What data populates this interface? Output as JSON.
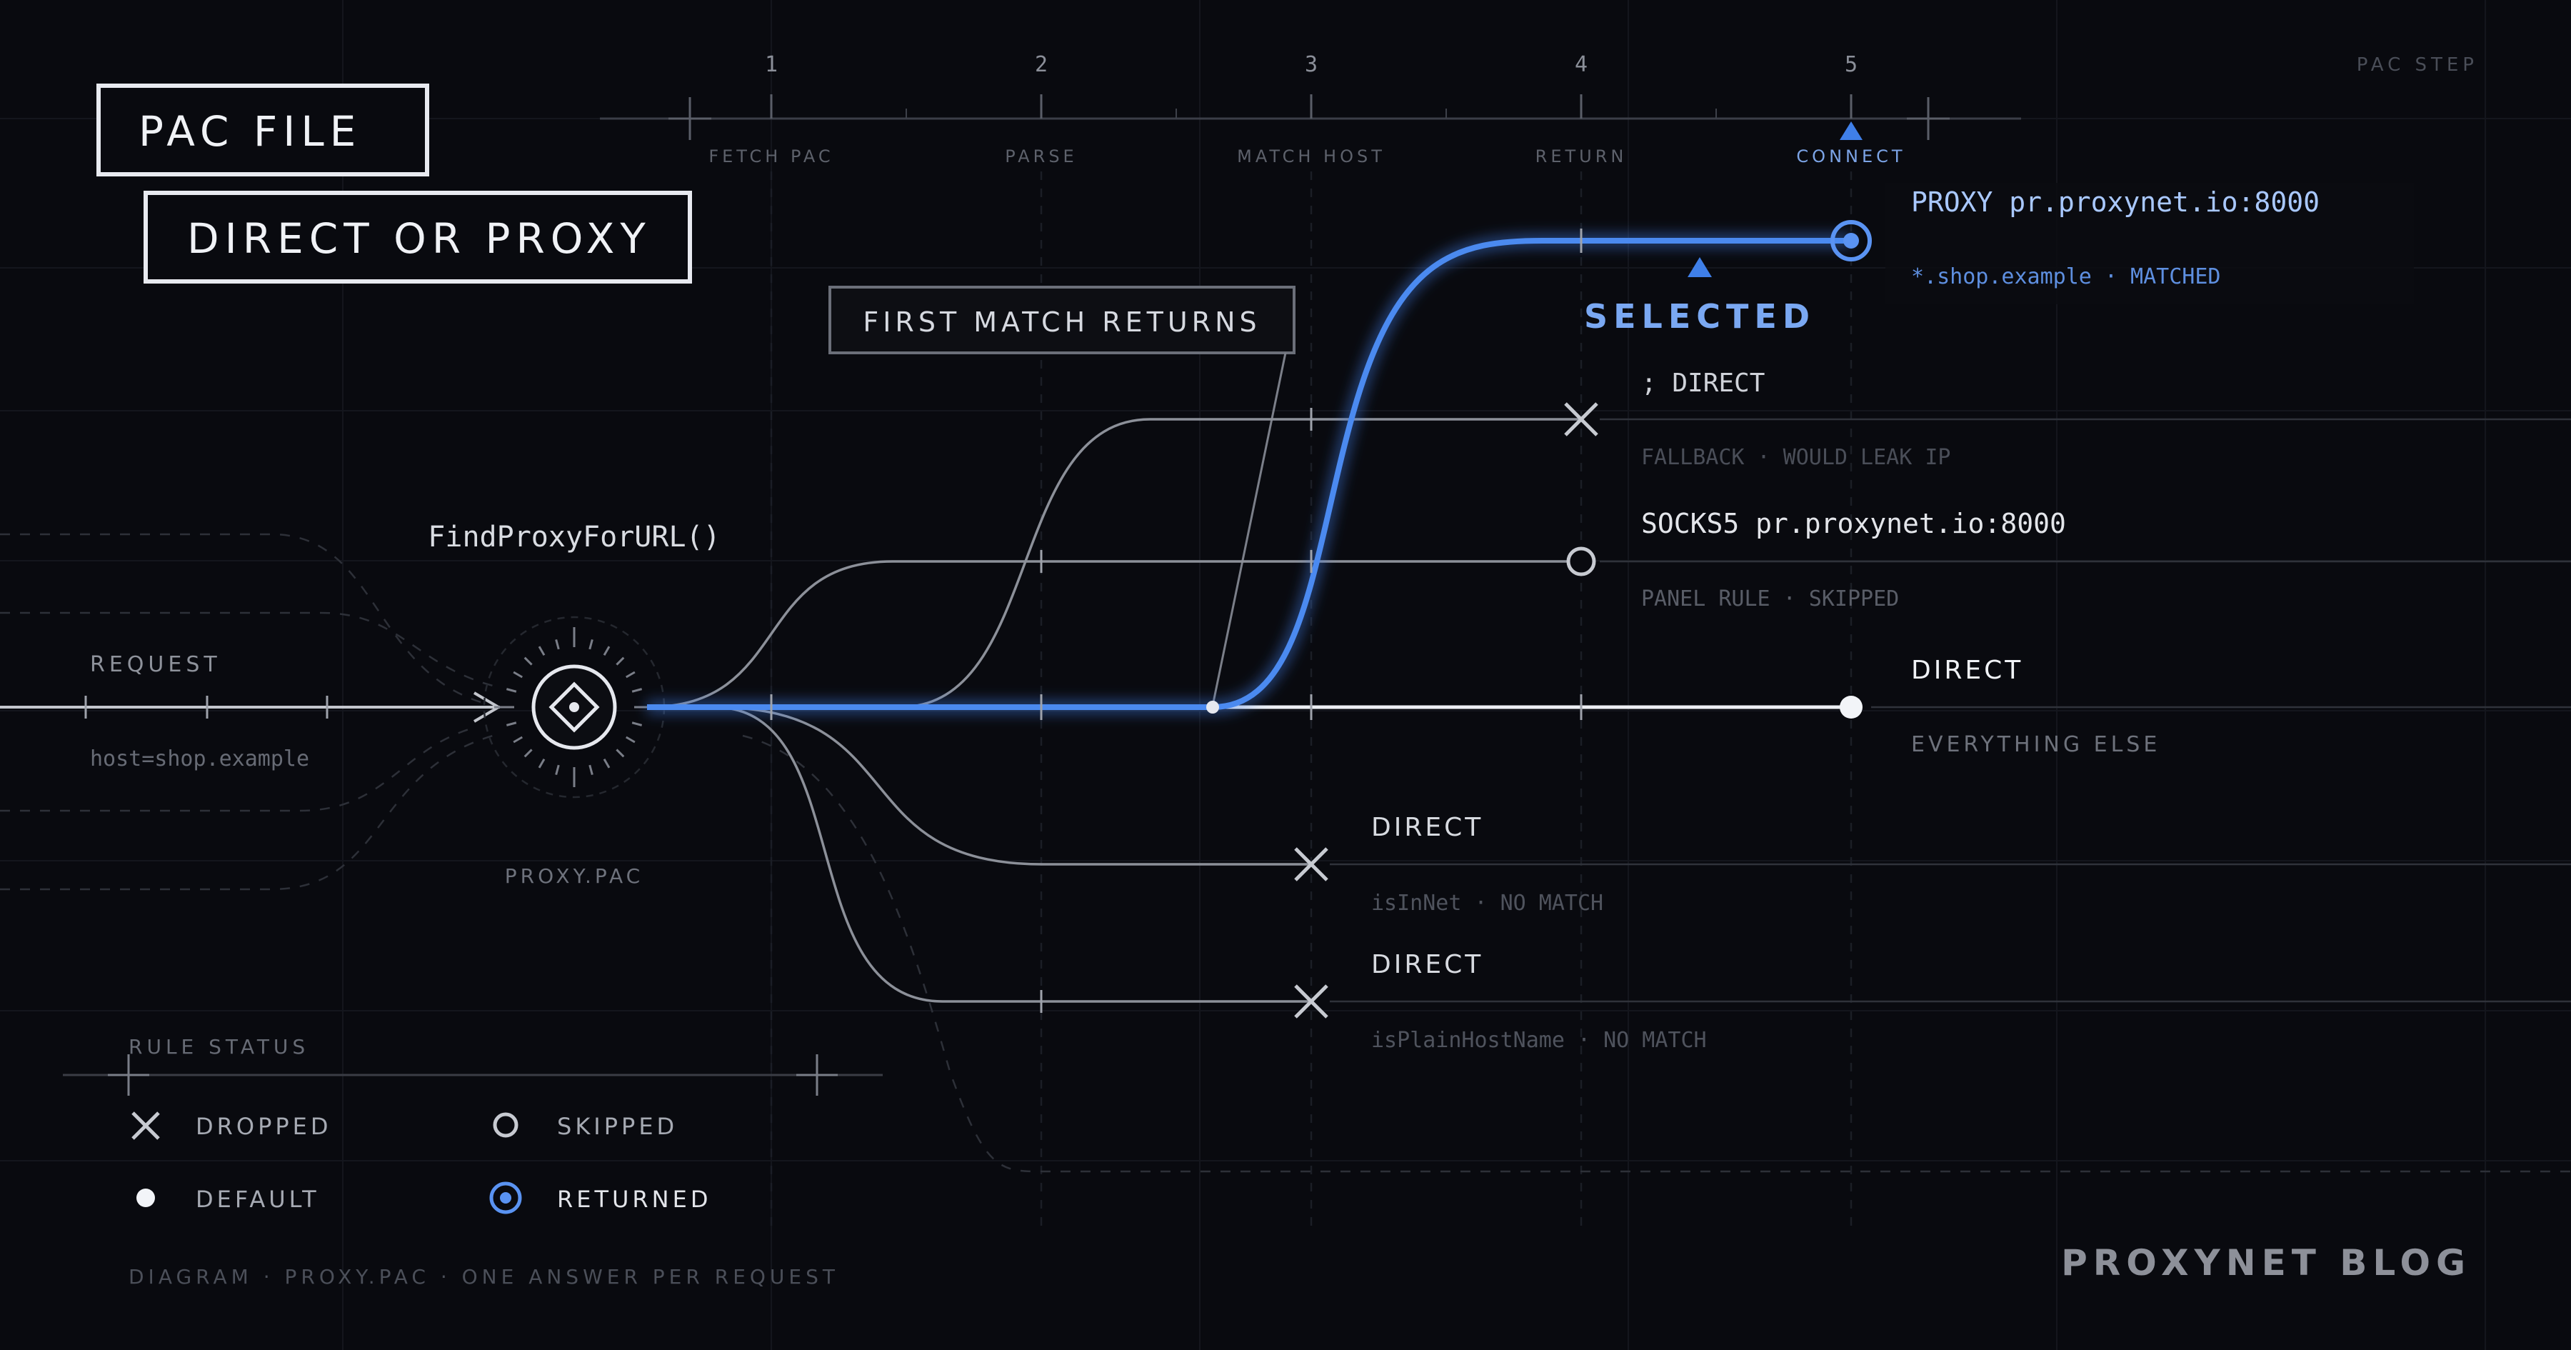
{
  "titles": {
    "line1": "PAC FILE",
    "line2": "DIRECT OR PROXY"
  },
  "axis": {
    "label": "PAC STEP",
    "steps": [
      {
        "number": "1",
        "label": "FETCH PAC"
      },
      {
        "number": "2",
        "label": "PARSE"
      },
      {
        "number": "3",
        "label": "MATCH HOST"
      },
      {
        "number": "4",
        "label": "RETURN"
      },
      {
        "number": "5",
        "label": "CONNECT"
      }
    ]
  },
  "callout": "FIRST MATCH RETURNS",
  "selected_label": "SELECTED",
  "input": {
    "request_label": "REQUEST",
    "host": "host=shop.example",
    "function": "FindProxyForURL()",
    "file": "PROXY.PAC"
  },
  "rules": {
    "proxy": {
      "title": "PROXY pr.proxynet.io:8000",
      "sub": "*.shop.example · MATCHED"
    },
    "fallback": {
      "title": "; DIRECT",
      "sub": "FALLBACK · WOULD LEAK IP"
    },
    "socks": {
      "title": "SOCKS5 pr.proxynet.io:8000",
      "sub": "PANEL RULE · SKIPPED"
    },
    "default": {
      "title": "DIRECT",
      "sub": "EVERYTHING ELSE"
    },
    "isinnet": {
      "title": "DIRECT",
      "sub": "isInNet · NO MATCH"
    },
    "plainhost": {
      "title": "DIRECT",
      "sub": "isPlainHostName · NO MATCH"
    }
  },
  "legend": {
    "title": "RULE STATUS",
    "dropped": "DROPPED",
    "skipped": "SKIPPED",
    "default": "DEFAULT",
    "returned": "RETURNED"
  },
  "footer": {
    "caption": "DIAGRAM · PROXY.PAC · ONE ANSWER PER REQUEST",
    "brand": "PROXYNET BLOG"
  },
  "colors": {
    "background": "#090a0f",
    "accent": "#3f7fe8",
    "accent_light": "#9ec2ff",
    "white": "#eceef3",
    "muted": "#6d717c",
    "grid": "#15171e"
  }
}
